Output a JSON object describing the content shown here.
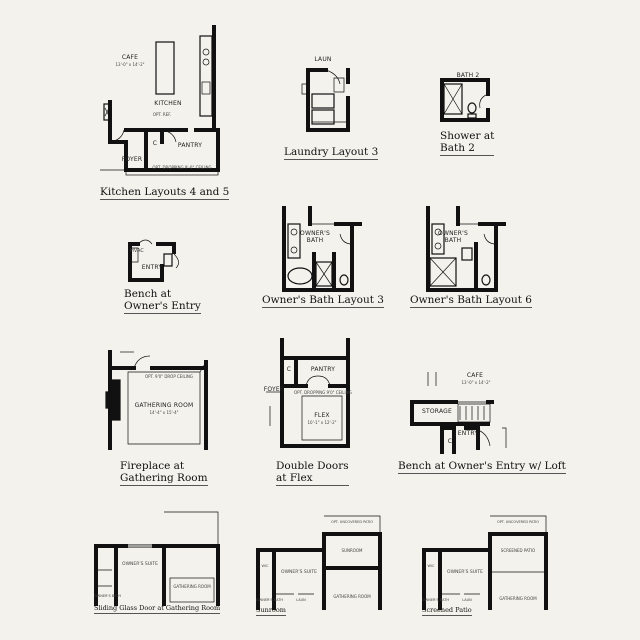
{
  "kitchen": {
    "cafe": "CAFE",
    "cafe_dim": "13'-0\" x 14'-2\"",
    "kitchen": "KITCHEN",
    "pantry": "PANTRY",
    "foyer": "FOYER",
    "closet": "C",
    "opt_ref": "OPT. REF.",
    "opt_text": "OPT. DROPPING 9'-0\" CEILING",
    "caption": "Kitchen Layouts 4 and 5"
  },
  "laundry": {
    "laun": "LAUN",
    "caption": "Laundry Layout 3"
  },
  "shower": {
    "bath2": "BATH 2",
    "caption": [
      "Shower at",
      "Bath 2"
    ]
  },
  "bench_owner": {
    "hvac": "HVAC",
    "entry": "ENTRY",
    "caption": [
      "Bench at",
      "Owner's Entry"
    ]
  },
  "owners_bath3": {
    "room": [
      "OWNER'S",
      "BATH"
    ],
    "caption": "Owner's Bath Layout 3"
  },
  "owners_bath6": {
    "room": [
      "OWNER'S",
      "BATH"
    ],
    "caption": "Owner's Bath Layout 6"
  },
  "fireplace": {
    "room": "GATHERING ROOM",
    "dim": "14'-4\" x 15'-4\"",
    "opt": "OPT. 9'0\" DROP CEILING",
    "caption": [
      "Fireplace at",
      "Gathering Room"
    ]
  },
  "double_doors": {
    "pantry": "PANTRY",
    "closet": "C",
    "foyer": "FOYER",
    "flex": "FLEX",
    "flex_dim": "10'-1\" x 12'-2\"",
    "opt": "OPT. DROPPING 9'0\" CEILING",
    "caption": [
      "Double Doors",
      "at Flex"
    ]
  },
  "bench_loft": {
    "cafe": "CAFE",
    "cafe_dim": "13'-0\" x 14'-2\"",
    "storage": "STORAGE",
    "entry": "ENTRY",
    "closet": "C",
    "caption": "Bench at Owner's Entry w/ Loft"
  },
  "sliding": {
    "suite": "OWNER'S SUITE",
    "bath": "OWNER'S BATH",
    "gathering": "GATHERING ROOM",
    "caption": "Sliding Glass Door at Gathering Room"
  },
  "sunroom": {
    "suite": "OWNER'S SUITE",
    "sunroom": "SUNROOM",
    "patio": "OPT. UNCOVERED PATIO",
    "gathering": "GATHERING ROOM",
    "bath": "OWNER'S BATH",
    "laun": "LAUN",
    "wic": "WIC",
    "caption": "Sunroom"
  },
  "screened": {
    "suite": "OWNER'S SUITE",
    "screened_patio": "SCREENED PATIO",
    "patio": "OPT. UNCOVERED PATIO",
    "gathering": "GATHERING ROOM",
    "bath": "OWNER'S BATH",
    "laun": "LAUN",
    "wic": "WIC",
    "caption": "Screened Patio"
  }
}
